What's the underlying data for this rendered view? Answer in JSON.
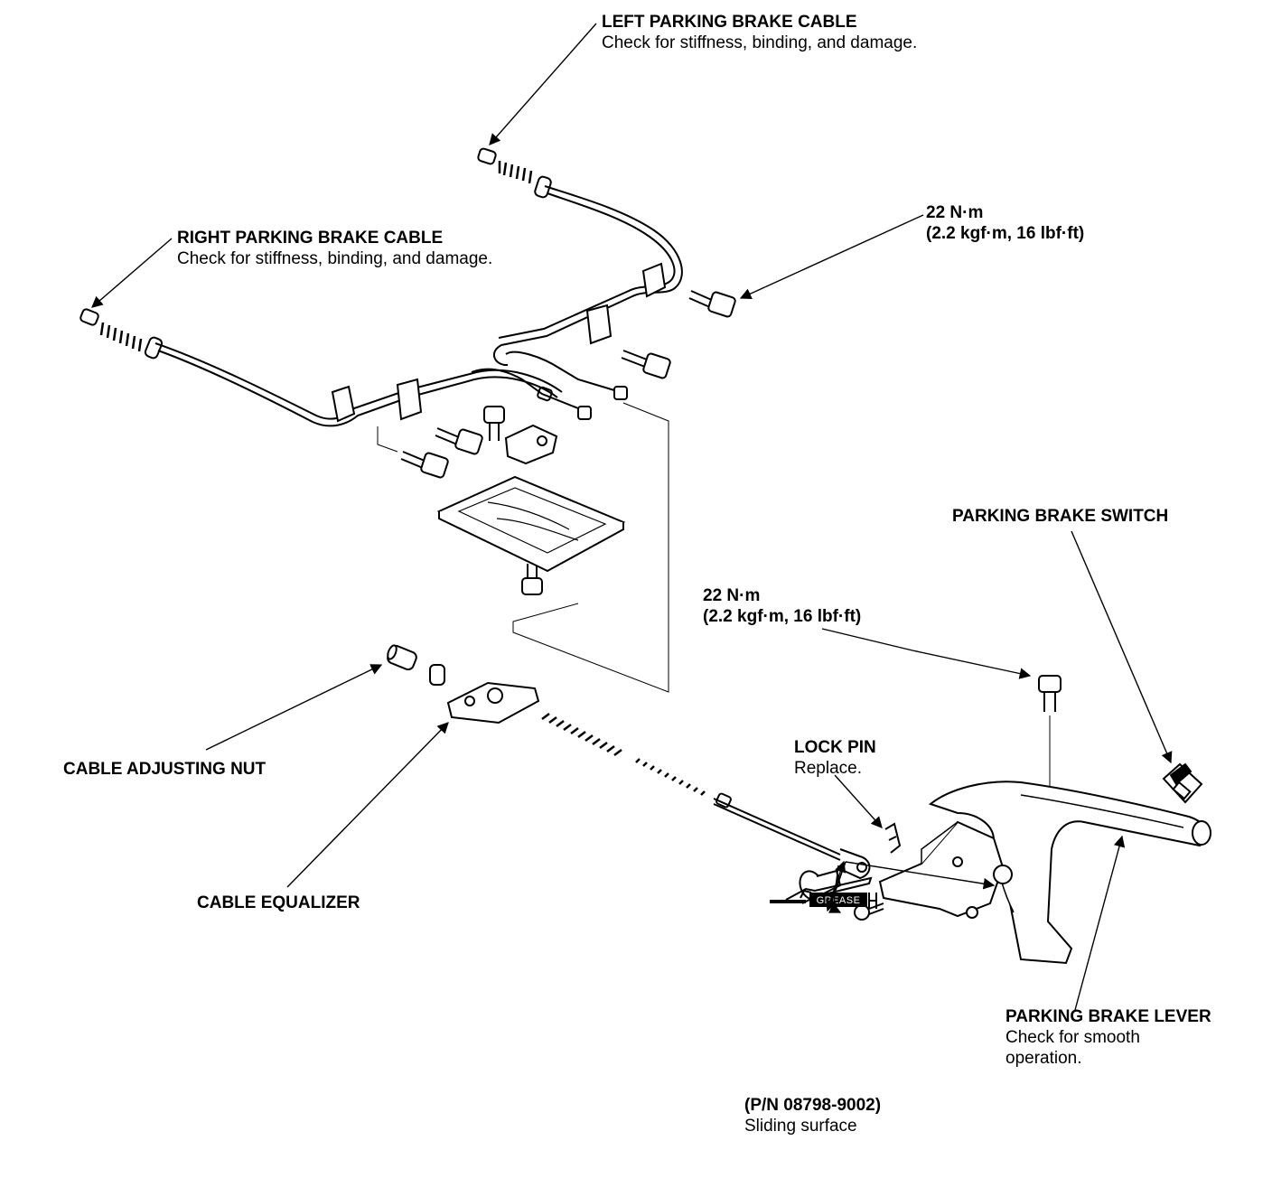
{
  "labels": {
    "left_cable": {
      "title": "LEFT PARKING BRAKE CABLE",
      "note": "Check for stiffness, binding, and damage."
    },
    "torque_top": {
      "line1": "22 N·m",
      "line2": "(2.2 kgf·m, 16 lbf·ft)"
    },
    "right_cable": {
      "title": "RIGHT PARKING BRAKE CABLE",
      "note": "Check for stiffness, binding, and damage."
    },
    "switch": {
      "title": "PARKING BRAKE SWITCH"
    },
    "torque_mid": {
      "line1": "22 N·m",
      "line2": "(2.2 kgf·m, 16 lbf·ft)"
    },
    "lock_pin": {
      "title": "LOCK PIN",
      "note": "Replace."
    },
    "adjusting_nut": {
      "title": "CABLE ADJUSTING NUT"
    },
    "equalizer": {
      "title": "CABLE EQUALIZER"
    },
    "lever": {
      "title": "PARKING BRAKE LEVER",
      "note1": "Check for smooth",
      "note2": "operation."
    },
    "grease": {
      "tube_text": "GREASE",
      "part_number": "(P/N 08798-9002)",
      "note": "Sliding surface"
    }
  }
}
